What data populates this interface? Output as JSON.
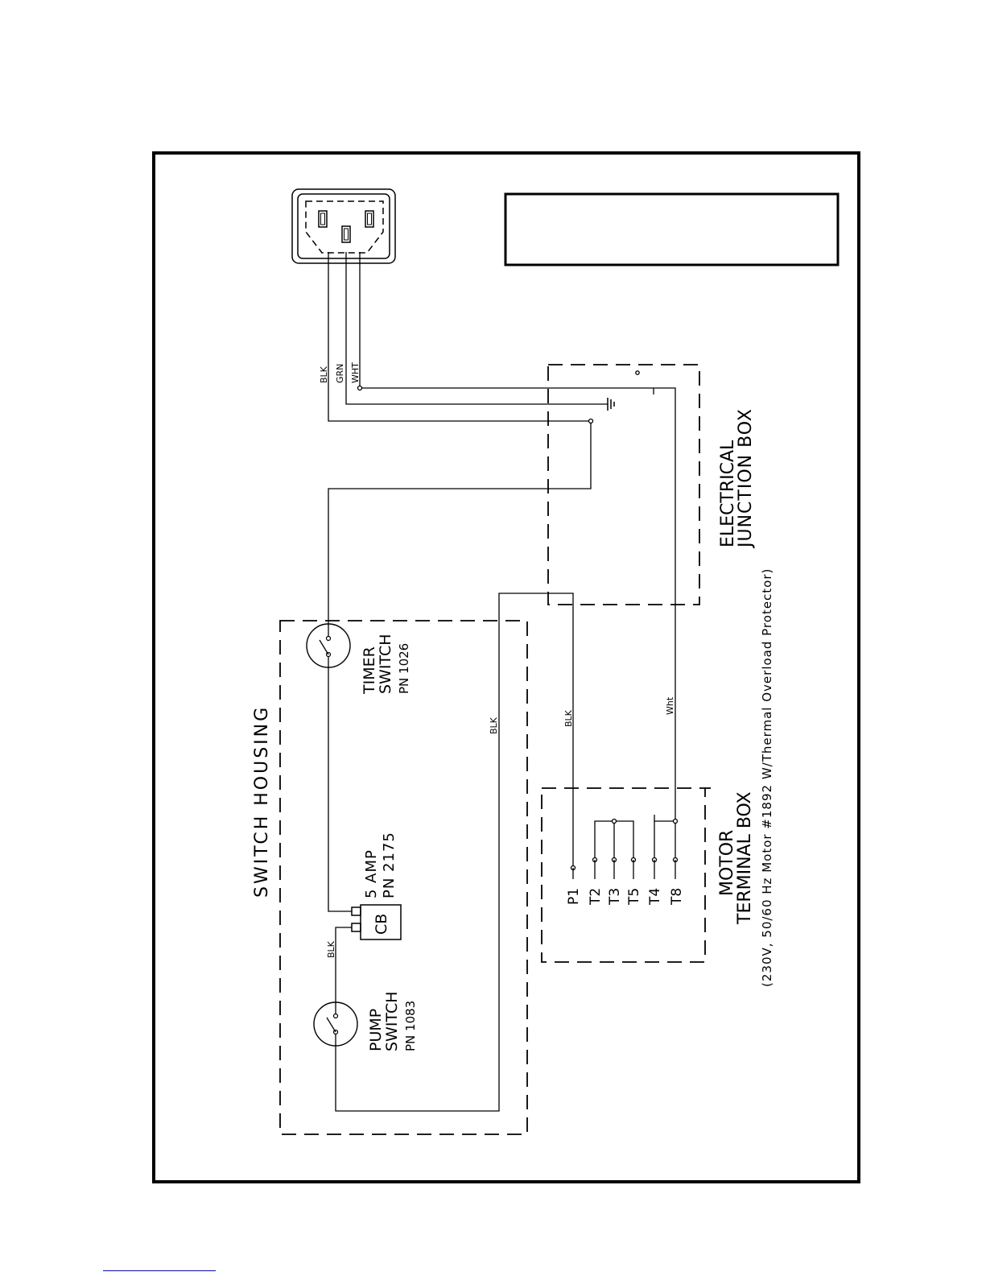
{
  "labels": {
    "switch_housing": "SWITCH HOUSING",
    "timer_switch_l1": "TIMER",
    "timer_switch_l2": "SWITCH",
    "timer_switch_pn": "PN 1026",
    "pump_switch_l1": "PUMP",
    "pump_switch_l2": "SWITCH",
    "pump_switch_pn": "PN 1083",
    "breaker": "CB",
    "breaker_amp": "5 AMP",
    "breaker_pn": "PN 2175",
    "junction_l1": "ELECTRICAL",
    "junction_l2": "JUNCTION BOX",
    "motor_l1": "MOTOR",
    "motor_l2": "TERMINAL BOX",
    "motor_note": "(230V, 50/60 Hz Motor #1892 W/Thermal Overload Protector)"
  },
  "wires": {
    "blk_1": "BLK",
    "grn": "GRN",
    "wht_1": "WHT",
    "blk_2": "BLK",
    "blk_3": "BLK",
    "blk_4": "BLK",
    "wht_2": "Wht"
  },
  "terminals": [
    "P1",
    "T2",
    "T3",
    "T5",
    "T4",
    "T8"
  ]
}
